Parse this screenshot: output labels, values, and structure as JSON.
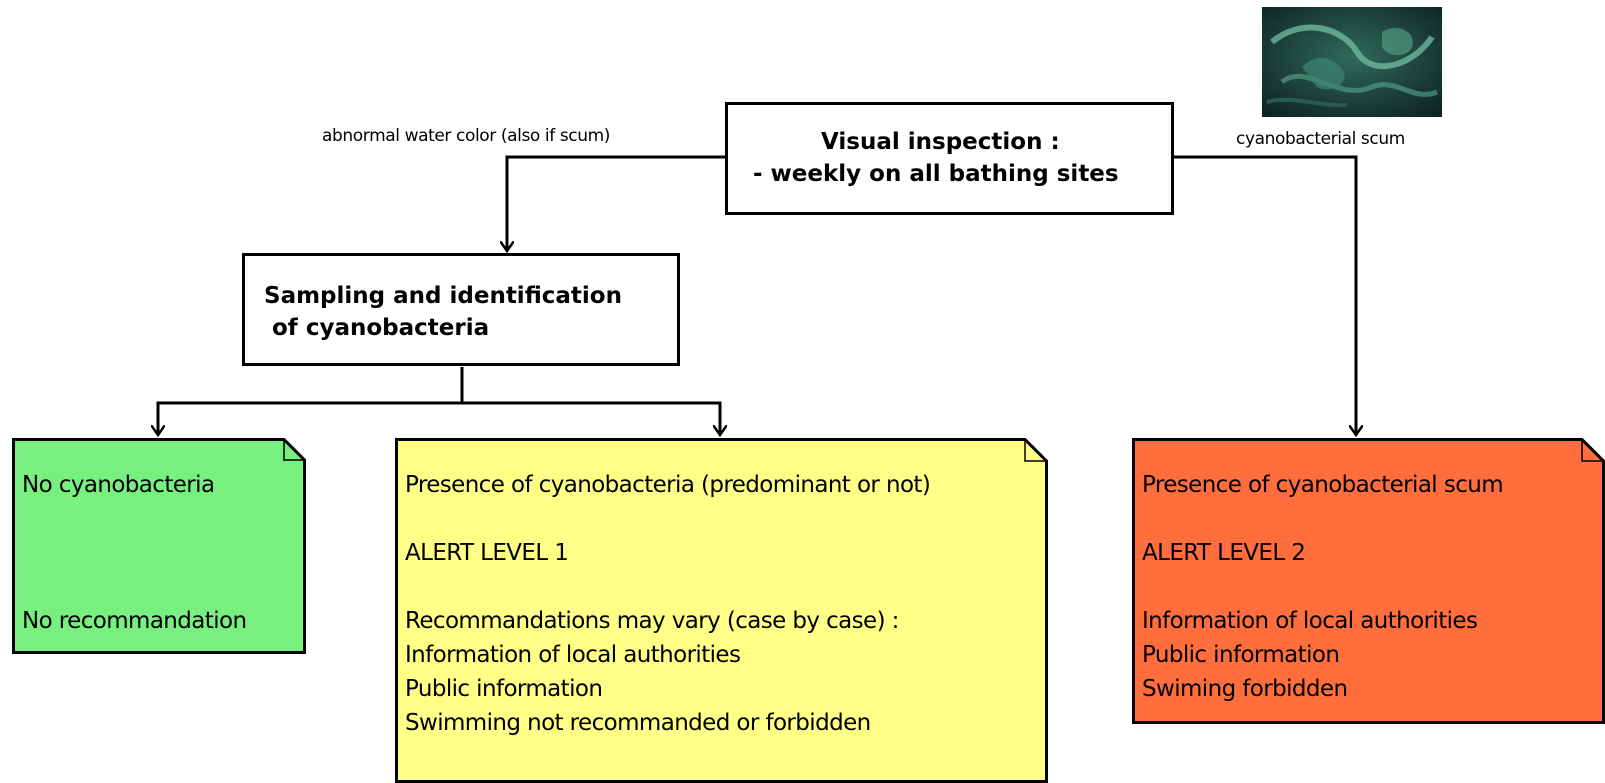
{
  "colors": {
    "line": "#000000",
    "note_green": "#77f07f",
    "note_yellow": "#ffff88",
    "note_orange": "#ff6e3c",
    "box_fill": "#ffffff"
  },
  "image": {
    "icon": "cyanobacterial-scum-photo"
  },
  "edge_labels": {
    "left": "abnormal water color (also if scum)",
    "right": "cyanobacterial scum"
  },
  "inspection_box": {
    "line1": "Visual inspection :",
    "line2": "- weekly on all bathing sites"
  },
  "sampling_box": {
    "line1": "Sampling and identification",
    "line2": " of cyanobacteria"
  },
  "note_green": {
    "lines": [
      "No cyanobacteria",
      "",
      "",
      "",
      "No recommandation"
    ]
  },
  "note_yellow": {
    "lines": [
      "Presence of cyanobacteria (predominant or not)",
      "",
      "ALERT LEVEL 1",
      "",
      "Recommandations may vary (case by case) :",
      "Information of local authorities",
      "Public information",
      "Swimming not recommanded or forbidden"
    ]
  },
  "note_orange": {
    "lines": [
      "Presence of cyanobacterial scum",
      "",
      "ALERT LEVEL 2",
      "",
      "Information of local authorities",
      "Public information",
      "Swiming forbidden"
    ]
  }
}
